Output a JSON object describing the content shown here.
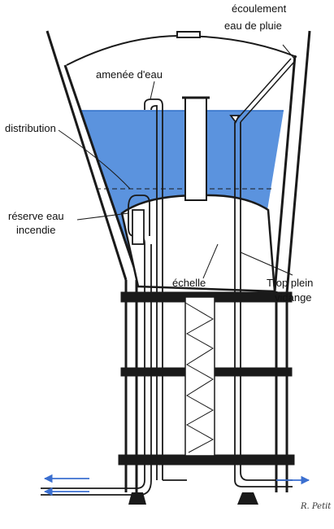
{
  "labels": {
    "ecoulement_line1": "écoulement",
    "ecoulement_line2": "eau de pluie",
    "amenee": "amenée d'eau",
    "distribution": "distribution",
    "reserve_line1": "réserve eau",
    "reserve_line2": "incendie",
    "echelle": "échelle",
    "trop_plein_line1": "Trop plein",
    "trop_plein_line2": "vidange"
  },
  "signature": "R. Petit",
  "colors": {
    "water": "#5b93de",
    "water_dark": "#2f6fc8",
    "line": "#1a1a1a",
    "arrow": "#3b6fd0",
    "background": "#ffffff"
  }
}
